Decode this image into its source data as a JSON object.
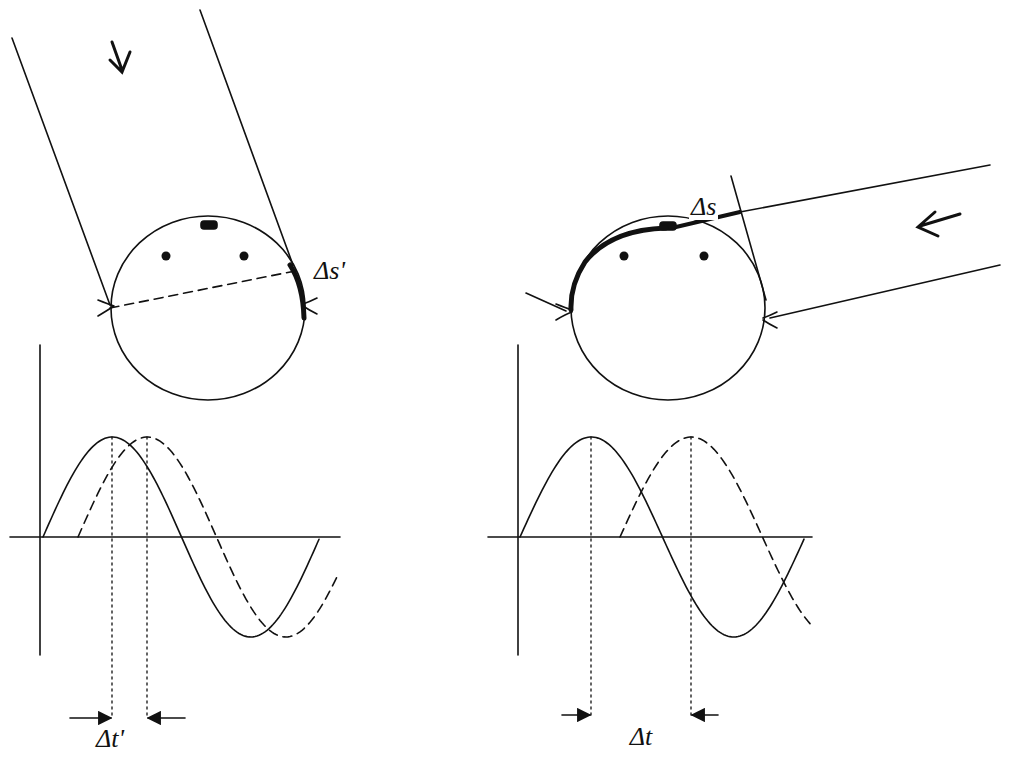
{
  "diagram": {
    "labels": [
      "Δs'",
      "Δt'",
      "Δs",
      "Δt"
    ]
  }
}
